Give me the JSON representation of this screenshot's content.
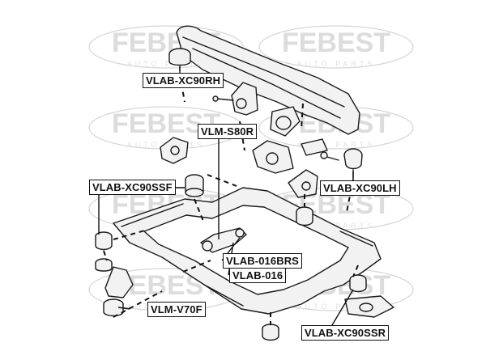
{
  "watermark": {
    "brand": "FEBEST",
    "tagline": "AUTO PARTS",
    "color": "#d4d4d4"
  },
  "colors": {
    "part_fill": "#f2f2f2",
    "part_stroke": "#1a1a1a",
    "label_border": "#111111"
  },
  "labels": {
    "vlab_xc90rh": "VLAB-XC90RH",
    "vlm_s80r": "VLM-S80R",
    "vlab_xc90ssf": "VLAB-XC90SSF",
    "vlab_xc90lh": "VLAB-XC90LH",
    "vlab_016brs": "VLAB-016BRS",
    "vlab_016": "VLAB-016",
    "vlm_v70f": "VLM-V70F",
    "vlab_xc90ssr": "VLAB-XC90SSR"
  }
}
